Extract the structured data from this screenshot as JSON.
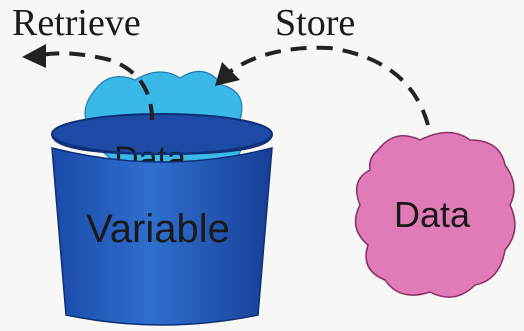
{
  "labels": {
    "retrieve": "Retrieve",
    "store": "Store",
    "variable": "Variable",
    "data_outside": "Data",
    "data_inside": "Data"
  },
  "colors": {
    "bucket_body": "#2a5fc0",
    "bucket_dark": "#123a8c",
    "bucket_rim_inner": "#1c4aa5",
    "data_in_bucket": "#3ab8e8",
    "data_outside": "#e07bb8",
    "arrow": "#222222",
    "label_text": "#1a1a1a"
  }
}
